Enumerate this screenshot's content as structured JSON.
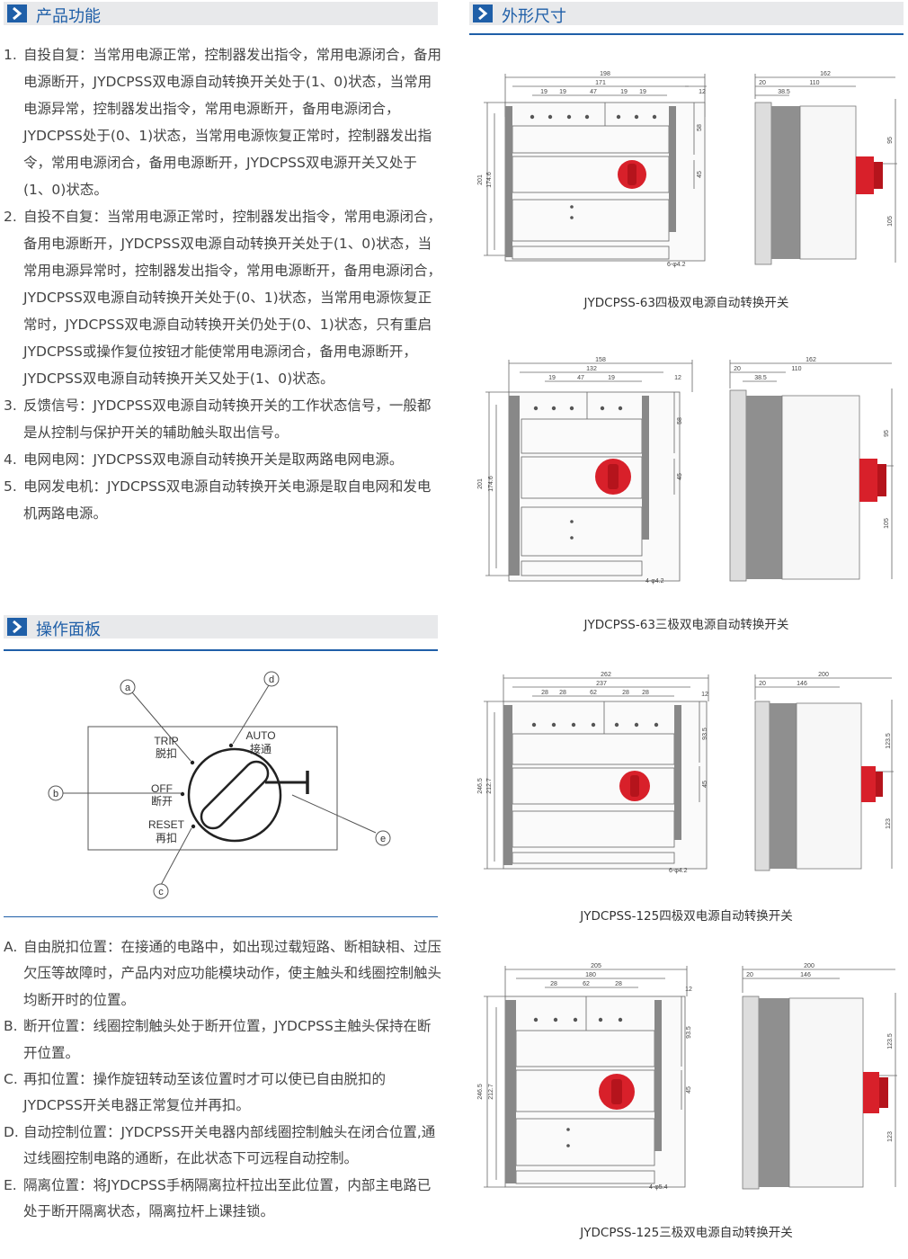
{
  "sections": {
    "functions": {
      "title": "产品功能"
    },
    "panel": {
      "title": "操作面板"
    },
    "dimensions": {
      "title": "外形尺寸"
    }
  },
  "functions_list": [
    {
      "label": "1.",
      "text": "自投自复：当常用电源正常，控制器发出指令，常用电源闭合，备用电源断开，JYDCPSS双电源自动转换开关处于(1、0)状态，当常用电源异常，控制器发出指令，常用电源断开，备用电源闭合，JYDCPSS处于(0、1)状态，当常用电源恢复正常时，控制器发出指令，常用电源闭合，备用电源断开，JYDCPSS双电源开关又处于(1、0)状态。"
    },
    {
      "label": "2.",
      "text": "自投不自复：当常用电源正常时，控制器发出指令，常用电源闭合，备用电源断开，JYDCPSS双电源自动转换开关处于(1、0)状态，当常用电源异常时，控制器发出指令，常用电源断开，备用电源闭合，JYDCPSS双电源自动转换开关处于(0、1)状态，当常用电源恢复正常时，JYDCPSS双电源自动转换开关仍处于(0、1)状态，只有重启JYDCPSS或操作复位按钮才能使常用电源闭合，备用电源断开，JYDCPSS双电源自动转换开关又处于(1、0)状态。"
    },
    {
      "label": "3.",
      "text": "反馈信号：JYDCPSS双电源自动转换开关的工作状态信号，一般都是从控制与保护开关的辅助触头取出信号。"
    },
    {
      "label": "4.",
      "text": "电网电网：JYDCPSS双电源自动转换开关是取两路电网电源。"
    },
    {
      "label": "5.",
      "text": "电网发电机：JYDCPSS双电源自动转换开关电源是取自电网和发电机两路电源。"
    }
  ],
  "panel_diagram": {
    "callouts": [
      "a",
      "b",
      "c",
      "d",
      "e"
    ],
    "positions": {
      "trip": "TRIP",
      "trip_cn": "脱扣",
      "off": "OFF",
      "off_cn": "断开",
      "reset": "RESET",
      "reset_cn": "再扣",
      "auto": "AUTO",
      "auto_cn": "接通"
    }
  },
  "positions_list": [
    {
      "label": "A.",
      "text": "自由脱扣位置：在接通的电路中，如出现过载短路、断相缺相、过压欠压等故障时，产品内对应功能模块动作，使主触头和线圈控制触头均断开时的位置。"
    },
    {
      "label": "B.",
      "text": "断开位置：线圈控制触头处于断开位置，JYDCPSS主触头保持在断开位置。"
    },
    {
      "label": "C.",
      "text": "再扣位置：操作旋钮转动至该位置时才可以使已自由脱扣的JYDCPSS开关电器正常复位并再扣。"
    },
    {
      "label": "D.",
      "text": "自动控制位置：JYDCPSS开关电器内部线圈控制触头在闭合位置,通过线圈控制电路的通断，在此状态下可远程自动控制。"
    },
    {
      "label": "E.",
      "text": "隔离位置：将JYDCPSS手柄隔离拉杆拉出至此位置，内部主电路已处于断开隔离状态，隔离拉杆上课挂锁。"
    }
  ],
  "drawings": [
    {
      "caption": "JYDCPSS-63四极双电源自动转换开关",
      "front": {
        "overall_width": "198",
        "inner_width": "171",
        "spacings": [
          "19",
          "19",
          "47",
          "19",
          "19"
        ],
        "right_margin": "12",
        "height": "201",
        "inner_height": "174.6",
        "upper": "58",
        "middle": "45",
        "holes": "6-φ4.2"
      },
      "side": {
        "depth": "162",
        "rail": "20",
        "body": "110",
        "offset": "38.5",
        "top_h": "95",
        "bottom_h": "105"
      }
    },
    {
      "caption": "JYDCPSS-63三极双电源自动转换开关",
      "front": {
        "overall_width": "158",
        "inner_width": "132",
        "spacings": [
          "19",
          "47",
          "19"
        ],
        "right_margin": "12",
        "height": "201",
        "inner_height": "174.6",
        "upper": "58",
        "middle": "45",
        "holes": "4-φ4.2"
      },
      "side": {
        "depth": "162",
        "rail": "20",
        "body": "110",
        "offset": "38.5",
        "top_h": "95",
        "bottom_h": "105"
      }
    },
    {
      "caption": "JYDCPSS-125四极双电源自动转换开关",
      "front": {
        "overall_width": "262",
        "inner_width": "237",
        "spacings": [
          "28",
          "28",
          "62",
          "28",
          "28"
        ],
        "right_margin": "12",
        "height": "246.5",
        "inner_height": "212.7",
        "upper": "93.5",
        "middle": "45",
        "holes": "6-φ4.2"
      },
      "side": {
        "depth": "200",
        "rail": "20",
        "body": "146",
        "offset": "",
        "top_h": "123.5",
        "bottom_h": "123"
      }
    },
    {
      "caption": "JYDCPSS-125三极双电源自动转换开关",
      "front": {
        "overall_width": "205",
        "inner_width": "180",
        "spacings": [
          "28",
          "62",
          "28"
        ],
        "right_margin": "12",
        "height": "246.5",
        "inner_height": "212.7",
        "upper": "93.5",
        "middle": "45",
        "holes": "4-φ5.4"
      },
      "side": {
        "depth": "200",
        "rail": "20",
        "body": "146",
        "offset": "",
        "top_h": "123.5",
        "bottom_h": "123"
      }
    }
  ],
  "colors": {
    "accent": "#1f5fa8",
    "header_bg": "#e8e9eb",
    "knob_red": "#d8202a",
    "side_gray": "#8f8f8f"
  },
  "icons": {
    "section_marker": "chevron-right-icon"
  }
}
